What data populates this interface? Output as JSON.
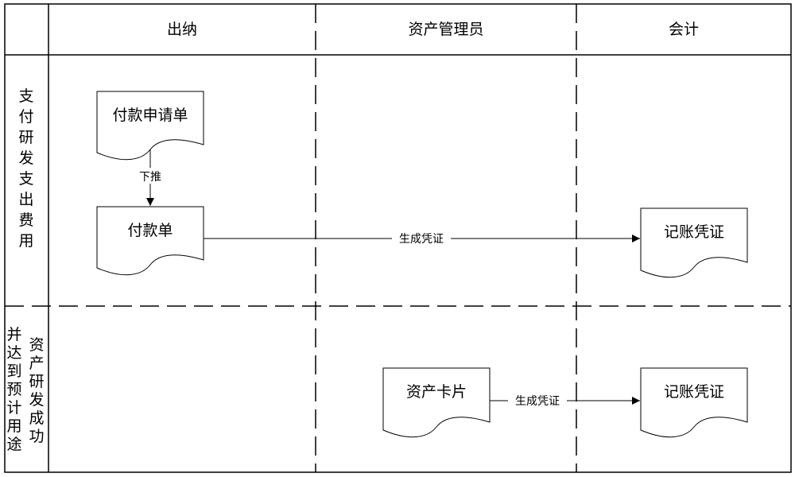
{
  "lanes": {
    "columns": [
      "出纳",
      "资产管理员",
      "会计"
    ],
    "rows": [
      {
        "label": "支付研发支出费用"
      },
      {
        "label_right": "资产研发成功",
        "label_left": "并达到预计用途"
      }
    ]
  },
  "nodes": {
    "payment_request": "付款申请单",
    "payment_order": "付款单",
    "voucher_top": "记账凭证",
    "asset_card": "资产卡片",
    "voucher_bottom": "记账凭证"
  },
  "edges": {
    "push_down": "下推",
    "gen_voucher_top": "生成凭证",
    "gen_voucher_bottom": "生成凭证"
  }
}
